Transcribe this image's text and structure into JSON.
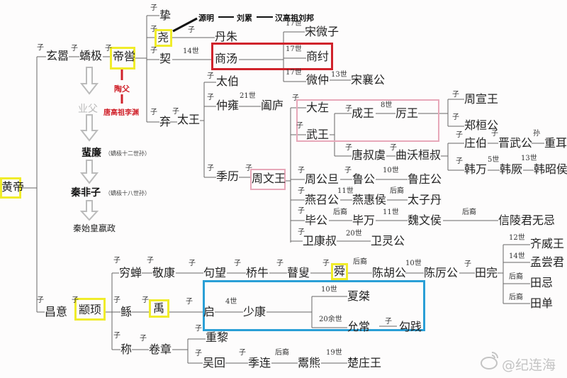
{
  "people": {
    "huangdi": "黄帝",
    "xuanxiao": "玄嚣",
    "jiaoji": "蟜极",
    "diku": "帝喾",
    "zhi": "挚",
    "yao": "尧",
    "danzhu": "丹朱",
    "xie": "契",
    "shangtang": "商汤",
    "songweizi": "宋微子",
    "shangzhou": "商纣",
    "weizhong": "微仲",
    "songxianggong": "宋襄公",
    "qi": "弃",
    "taiwang": "太王",
    "taibo": "太伯",
    "zhongyong": "仲雍",
    "helu": "阖庐",
    "jili": "季历",
    "zhouwenwang": "周文王",
    "dazuo": "大左",
    "wuwang": "武王",
    "chengwang": "成王",
    "liwang": "厉王",
    "zhouxuanwang": "周宣王",
    "zhenghuangong": "郑桓公",
    "tangshuyu": "唐叔虞",
    "quwohuanshu": "曲沃桓叔",
    "zhuangbo": "庄伯",
    "jinwugong": "晋武公",
    "chonger": "重耳",
    "hanwan": "韩万",
    "hanjue": "韩厥",
    "hanzhaohou": "韩昭侯",
    "zhougongdan": "周公旦",
    "lugong": "鲁公",
    "luzhuanggong": "鲁庄公",
    "yanzhaogong": "燕召公",
    "yanhuihou": "燕惠侯",
    "taizidan": "太子丹",
    "bigong": "毕公",
    "biwan": "毕万",
    "weiwenhou": "魏文侯",
    "xinlingjun": "信陵君无忌",
    "weikangshu": "卫康叔",
    "weilinggong": "卫灵公",
    "qiweiwang": "齐威王",
    "mengchangjun": "孟尝君",
    "tianji": "田忌",
    "tiandan": "田单",
    "changyi": "昌意",
    "zhuanxu": "颛顼",
    "qiongchan": "穷蝉",
    "jingkang": "敬康",
    "goumang": "句望",
    "qiaoniu": "桥牛",
    "gusou": "瞽叟",
    "shun": "舜",
    "chenhugong": "陈胡公",
    "chenligong": "陈厉公",
    "tianwan": "田完",
    "gun": "鲧",
    "yu": "禹",
    "qi2": "启",
    "shaokang": "少康",
    "xiajie": "夏桀",
    "yunchang": "允常",
    "goujian": "勾践",
    "cheng": "称",
    "juanzhang": "卷章",
    "zhongli": "重黎",
    "wuhui": "吴回",
    "jilian": "季连",
    "yuxiong": "鬻熊",
    "chuzhuangwang": "楚庄王"
  },
  "annotations": {
    "yefu": "业父",
    "feilian": "蜚廉",
    "feilian_note": "（蟜极十二世孙）",
    "feizi": "秦非子",
    "feizi_note": "（蟜极十八世孙）",
    "qinshihuang": "秦始皇嬴政",
    "taofu": "陶父",
    "ligaozu": "唐高祖李渊",
    "yuanming": "源明",
    "liulei": "刘累",
    "liubang": "汉高祖刘邦"
  },
  "labels": [
    "子",
    "子",
    "子",
    "子",
    "子",
    "子",
    "子",
    "14世",
    "17世",
    "17世",
    "17世",
    "13世",
    "子",
    "子",
    "21世",
    "子",
    "子",
    "子",
    "子",
    "子",
    "子",
    "子",
    "8世",
    "子",
    "子",
    "子",
    "子",
    "子",
    "子",
    "孙",
    "子",
    "5世",
    "13世",
    "子",
    "子",
    "10世",
    "子",
    "11世",
    "后裔",
    "子",
    "后裔",
    "11世",
    "后裔",
    "子",
    "20世",
    "12世",
    "14世",
    "后裔",
    "后裔",
    "子",
    "子",
    "子",
    "子",
    "子",
    "子",
    "子",
    "子",
    "后裔",
    "10世",
    "子",
    "子",
    "子",
    "子",
    "4世",
    "10世",
    "20余世",
    "子",
    "子",
    "子",
    "子",
    "子",
    "子",
    "后裔",
    "19世"
  ],
  "watermark": "@纪连海",
  "colors": {
    "highlight_yellow": "#f0ec2a",
    "shang_red": "#d0222b",
    "zhou_pink": "#e7a8b9",
    "xia_blue": "#2a9fd6",
    "arrow_gray": "#bbbbbb"
  }
}
